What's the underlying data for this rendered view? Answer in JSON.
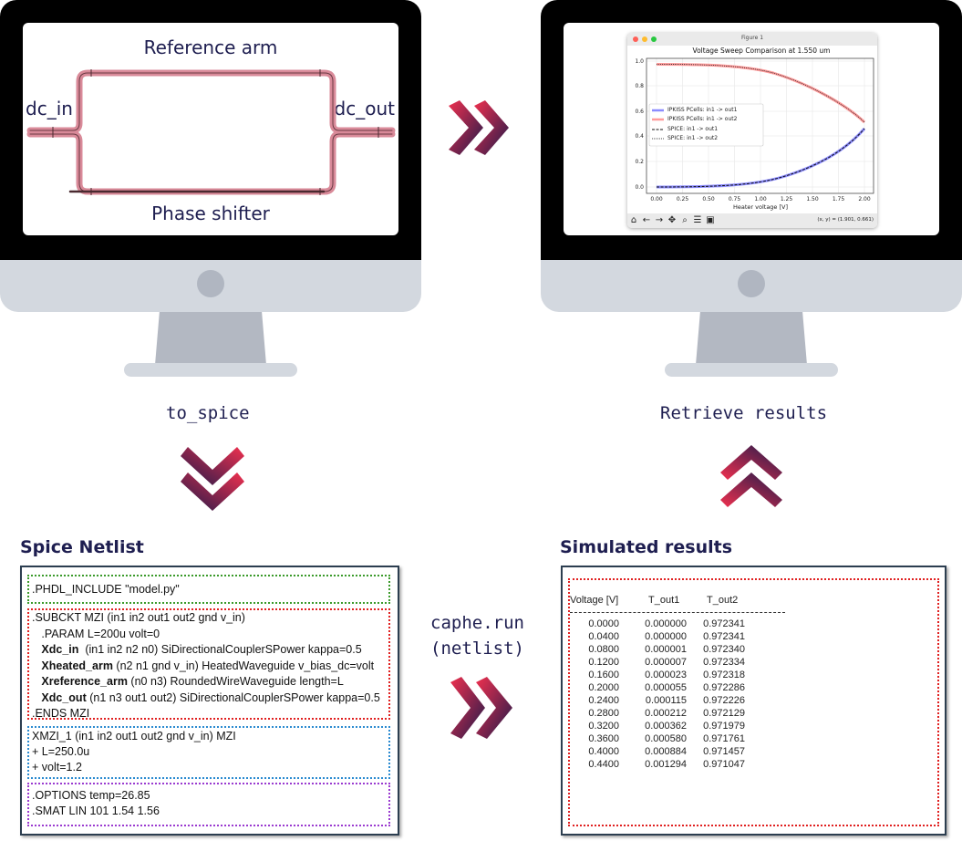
{
  "layout_view": {
    "labels": {
      "top": "Reference arm",
      "bottom": "Phase shifter",
      "left": "dc_in",
      "right": "dc_out"
    },
    "waveguide_color": "#d98a99"
  },
  "arrows": {
    "to_spice": "to_spice",
    "caphe_run_line1": "caphe.run",
    "caphe_run_line2": "(netlist)",
    "retrieve": "Retrieve results",
    "gradient_start": "#f0304f",
    "gradient_end": "#1e1a4a"
  },
  "figure_window": {
    "title": "Figure 1",
    "coords": "(x, y) = (1.901, 0.661)",
    "toolbar_icons": [
      "home-icon",
      "back-icon",
      "forward-icon",
      "pan-icon",
      "zoom-icon",
      "configure-icon",
      "save-icon"
    ]
  },
  "chart_data": {
    "type": "line",
    "title": "Voltage Sweep Comparison at 1.550 um",
    "xlabel": "Heater voltage [V]",
    "ylabel": "",
    "xlim": [
      -0.1,
      2.1
    ],
    "ylim": [
      -0.05,
      1.02
    ],
    "x_ticks": [
      "0.00",
      "0.25",
      "0.50",
      "0.75",
      "1.00",
      "1.25",
      "1.50",
      "1.75",
      "2.00"
    ],
    "y_ticks": [
      "0.0",
      "0.2",
      "0.4",
      "0.6",
      "0.8",
      "1.0"
    ],
    "grid": true,
    "legend_position": "center left",
    "x": [
      0.0,
      0.25,
      0.5,
      0.75,
      1.0,
      1.25,
      1.5,
      1.75,
      2.0
    ],
    "series": [
      {
        "name": "IPKISS PCells: in1 -> out1",
        "color": "#8080ff",
        "style": "solid",
        "values": [
          0.0,
          0.0005,
          0.004,
          0.012,
          0.035,
          0.08,
          0.17,
          0.29,
          0.46
        ]
      },
      {
        "name": "IPKISS PCells: in1 -> out2",
        "color": "#ff9090",
        "style": "solid",
        "values": [
          0.972,
          0.9715,
          0.968,
          0.96,
          0.937,
          0.892,
          0.8,
          0.68,
          0.51
        ]
      },
      {
        "name": "SPICE: in1 -> out1",
        "color": "#000000",
        "style": "dashed",
        "values": [
          0.0,
          0.0005,
          0.004,
          0.012,
          0.035,
          0.08,
          0.17,
          0.29,
          0.46
        ]
      },
      {
        "name": "SPICE: in1 -> out2",
        "color": "#000000",
        "style": "dotted",
        "values": [
          0.972,
          0.9715,
          0.968,
          0.96,
          0.937,
          0.892,
          0.8,
          0.68,
          0.51
        ]
      }
    ]
  },
  "netlist": {
    "heading": "Spice Netlist",
    "blocks": [
      {
        "color": "#3a9a2a",
        "lines": [
          ".PHDL_INCLUDE \"model.py\""
        ]
      },
      {
        "color": "#e02020",
        "lines": [
          ".SUBCKT MZI (in1 in2 out1 out2 gnd v_in)",
          "   .PARAM L=200u volt=0",
          {
            "bold": "Xdc_in",
            "rest": "  (in1 in2 n2 n0) SiDirectionalCouplerSPower kappa=0.5"
          },
          {
            "bold": "Xheated_arm",
            "rest": " (n2 n1 gnd v_in) HeatedWaveguide v_bias_dc=volt"
          },
          {
            "bold": "Xreference_arm",
            "rest": " (n0 n3) RoundedWireWaveguide length=L"
          },
          {
            "bold": "Xdc_out",
            "rest": " (n1 n3 out1 out2) SiDirectionalCouplerSPower kappa=0.5"
          },
          ".ENDS MZI"
        ]
      },
      {
        "color": "#2a8ad0",
        "lines": [
          "XMZI_1 (in1 in2 out1 out2 gnd v_in) MZI",
          "+ L=250.0u",
          "+ volt=1.2"
        ]
      },
      {
        "color": "#9a3ad0",
        "lines": [
          ".OPTIONS temp=26.85",
          ".SMAT LIN 101 1.54 1.56"
        ]
      }
    ]
  },
  "results": {
    "heading": "Simulated results",
    "columns": [
      "Voltage [V]",
      "T_out1",
      "T_out2"
    ],
    "rows": [
      [
        "0.0000",
        "0.000000",
        "0.972341"
      ],
      [
        "0.0400",
        "0.000000",
        "0.972341"
      ],
      [
        "0.0800",
        "0.000001",
        "0.972340"
      ],
      [
        "0.1200",
        "0.000007",
        "0.972334"
      ],
      [
        "0.1600",
        "0.000023",
        "0.972318"
      ],
      [
        "0.2000",
        "0.000055",
        "0.972286"
      ],
      [
        "0.2400",
        "0.000115",
        "0.972226"
      ],
      [
        "0.2800",
        "0.000212",
        "0.972129"
      ],
      [
        "0.3200",
        "0.000362",
        "0.971979"
      ],
      [
        "0.3600",
        "0.000580",
        "0.971761"
      ],
      [
        "0.4000",
        "0.000884",
        "0.971457"
      ],
      [
        "0.4400",
        "0.001294",
        "0.971047"
      ]
    ],
    "border_color": "#e02020"
  }
}
